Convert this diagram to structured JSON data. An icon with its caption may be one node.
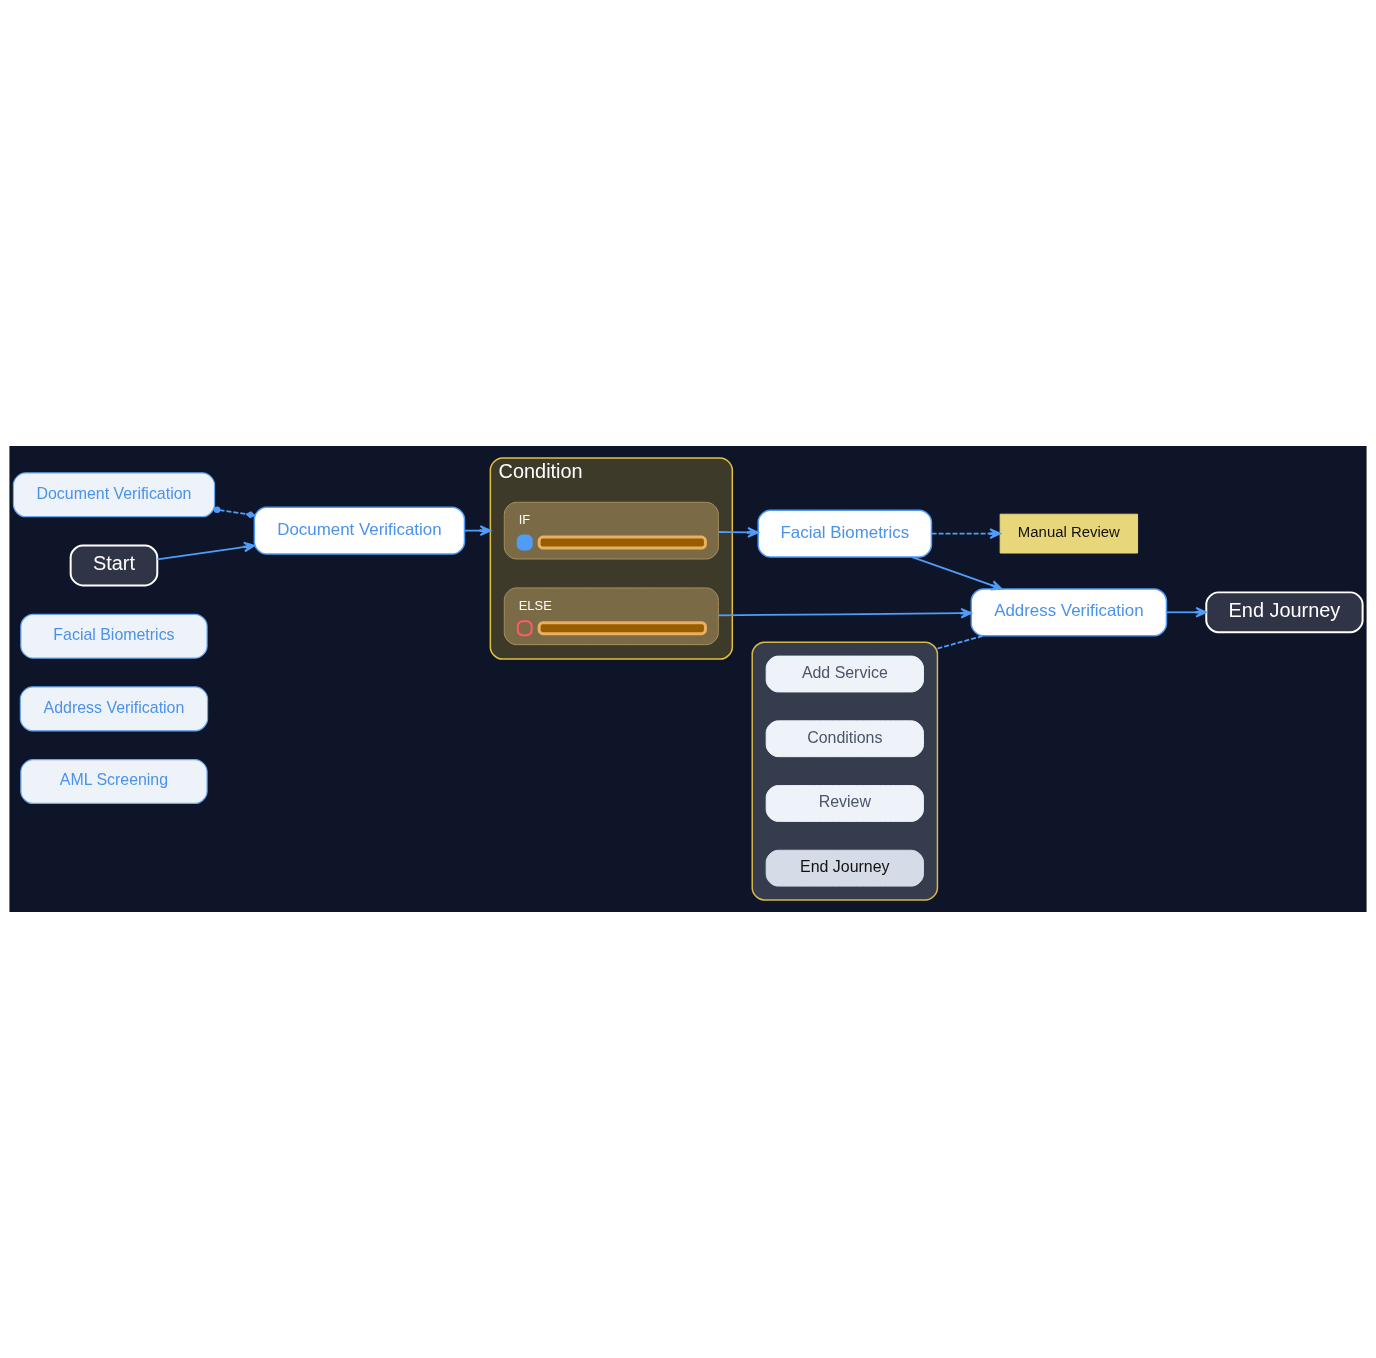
{
  "diagram": {
    "nodes": [
      {
        "text": [
          "Start"
        ]
      },
      {
        "text": [
          "Document Verification"
        ]
      },
      {
        "text": [
          "Document Verification"
        ]
      },
      {
        "text": [
          "Facial Biometrics"
        ]
      },
      {
        "text": [
          "Address Verification"
        ]
      },
      {
        "text": [
          "AML Screening"
        ]
      },
      {
        "text": [
          "Condition"
        ]
      },
      {
        "text": [
          "IF"
        ],
        "in": 6
      },
      {
        "text": [
          "ELSE"
        ],
        "in": 6
      },
      {
        "text": [
          "Facial Biometrics"
        ]
      },
      {
        "text": [
          "Manual Review"
        ]
      },
      {
        "text": [],
        "shape": "box"
      },
      {
        "text": [
          "Add Service"
        ],
        "in": 11
      },
      {
        "text": [
          "Conditions"
        ],
        "in": 11
      },
      {
        "text": [
          "Review"
        ],
        "in": 11
      },
      {
        "text": [
          "End Journey"
        ],
        "in": 11
      },
      {
        "text": [
          "Address Verification"
        ]
      },
      {
        "text": [
          "End Journey"
        ]
      }
    ],
    "edges": [
      {
        "from": 0,
        "to": 1,
        "arrow": "to"
      },
      {
        "from": 2,
        "to": 1,
        "arrow": "other",
        "style": "dashed"
      },
      {
        "from": 1,
        "to": 6,
        "arrow": "to"
      },
      {
        "from": 7,
        "to": 9,
        "arrow": "to"
      },
      {
        "from": 9,
        "to": 10,
        "arrow": "to",
        "style": "dashed"
      },
      {
        "from": 9,
        "to": 16,
        "arrow": "to"
      },
      {
        "from": 8,
        "to": 16,
        "arrow": "to"
      },
      {
        "from": 11,
        "to": 16,
        "arrow": "none",
        "style": "dashed"
      },
      {
        "from": 16,
        "to": 17,
        "arrow": "to"
      }
    ]
  }
}
